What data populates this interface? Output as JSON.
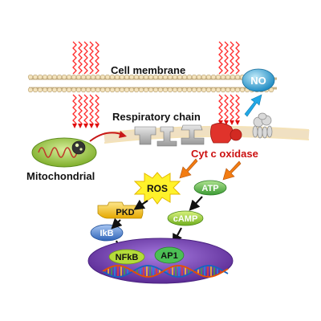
{
  "labels": {
    "cell_membrane": "Cell membrane",
    "respiratory_chain": "Respiratory chain",
    "mitochondrial": "Mitochondrial",
    "cyt_c_oxidase": "Cyt c oxidase",
    "no": "NO",
    "ros": "ROS",
    "atp": "ATP",
    "pkd": "PKD",
    "camp": "cAMP",
    "ikb": "IkB",
    "ap1": "AP1",
    "nfkb": "NFkB"
  },
  "colors": {
    "light_rays": "#ff2020",
    "membrane_head": "#e8d4a8",
    "mitochondrion": "#9bc53d",
    "no_molecule": "#3fa9d6",
    "ros_burst": "#ffee33",
    "cyt_c_oxidase_text": "#cc1111",
    "atp": "#55b948",
    "camp": "#8ccc2e",
    "pkd": "#f5c518",
    "ikb": "#4a86d9",
    "nucleus": "#7b3fb8",
    "nfkb": "#9fd22a",
    "ap1": "#3fb54a",
    "orange_arrow": "#f07a10",
    "blue_arrow": "#22a8e6"
  },
  "icons": [
    "light-rays",
    "mitochondrion",
    "dna-helix",
    "protein-complex"
  ]
}
